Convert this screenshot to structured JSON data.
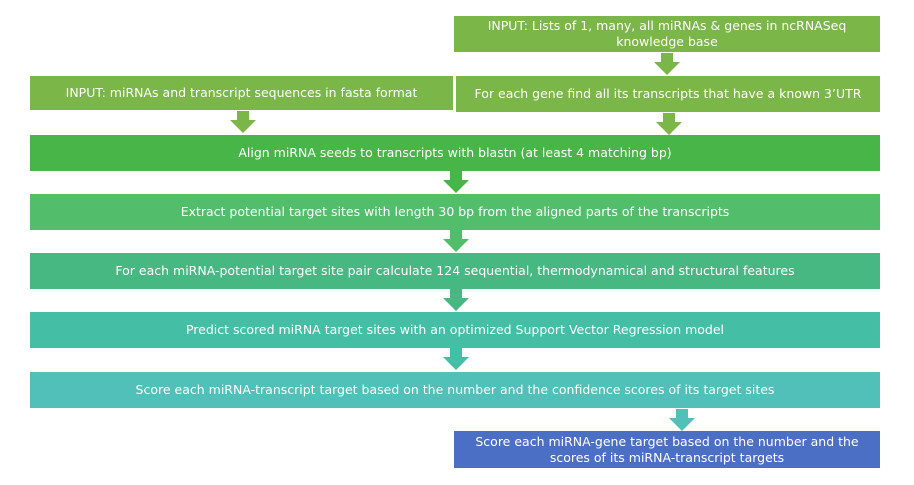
{
  "colors": {
    "input": "#7ab648",
    "green1": "#48b548",
    "green2": "#52be6c",
    "teal1": "#48b882",
    "teal2": "#44bfa6",
    "teal3": "#50c0b8",
    "blue": "#4a6fc4"
  },
  "boxes": {
    "input_lists": "INPUT: Lists of 1, many, all miRNAs & genes in ncRNASeq knowledge base",
    "input_fasta": "INPUT: miRNAs and transcript sequences in fasta format",
    "transcripts": "For each gene find all its transcripts that have a known 3’UTR",
    "align": "Align miRNA seeds to transcripts with blastn (at least 4 matching bp)",
    "extract": "Extract potential target sites with length 30 bp from the aligned parts of the transcripts",
    "features": "For each miRNA-potential target site pair calculate 124 sequential, thermodynamical and structural features",
    "predict": "Predict scored miRNA target sites with an optimized Support Vector Regression model",
    "score_transcript": "Score each miRNA-transcript target based on the number and the confidence scores of its target sites",
    "score_gene": "Score each miRNA-gene target based on the number and the scores of its miRNA-transcript targets"
  }
}
